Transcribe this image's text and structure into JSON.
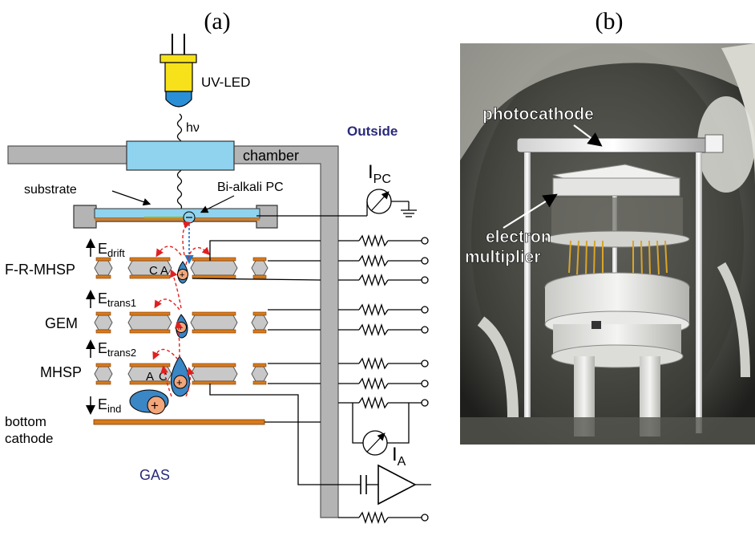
{
  "panels": {
    "a": {
      "label": "(a)"
    },
    "b": {
      "label": "(b)"
    }
  },
  "labels": {
    "uv_led": "UV-LED",
    "hv": "hν",
    "outside": "Outside",
    "chamber": "chamber",
    "ipc_main": "I",
    "ipc_sub": "PC",
    "substrate": "substrate",
    "bialkali": "Bi-alkali PC",
    "edrift_main": "E",
    "edrift_sub": "drift",
    "frmhsp": "F-R-MHSP",
    "ca_c": "C",
    "ca_a": "A",
    "etrans1_main": "E",
    "etrans1_sub": "trans1",
    "gem": "GEM",
    "etrans2_main": "E",
    "etrans2_sub": "trans2",
    "mhsp": "MHSP",
    "ac_a": "A",
    "ac_c": "C",
    "eind_main": "E",
    "eind_sub": "ind",
    "bottom": "bottom",
    "cathode": "cathode",
    "gas": "GAS",
    "ia_main": "I",
    "ia_sub": "A",
    "photocathode": "photocathode",
    "electron": "electron",
    "multiplier": "multiplier"
  },
  "colors": {
    "chamber_wall": "#b4b4b4",
    "window": "#8fd3ee",
    "electrode": "#d87a1c",
    "plate": "#c8c8c8",
    "dashed_arrow": "#e02020",
    "led": "#f6e11a",
    "led_tip": "#2a8fd6",
    "gas_label": "#2a2a7a"
  }
}
